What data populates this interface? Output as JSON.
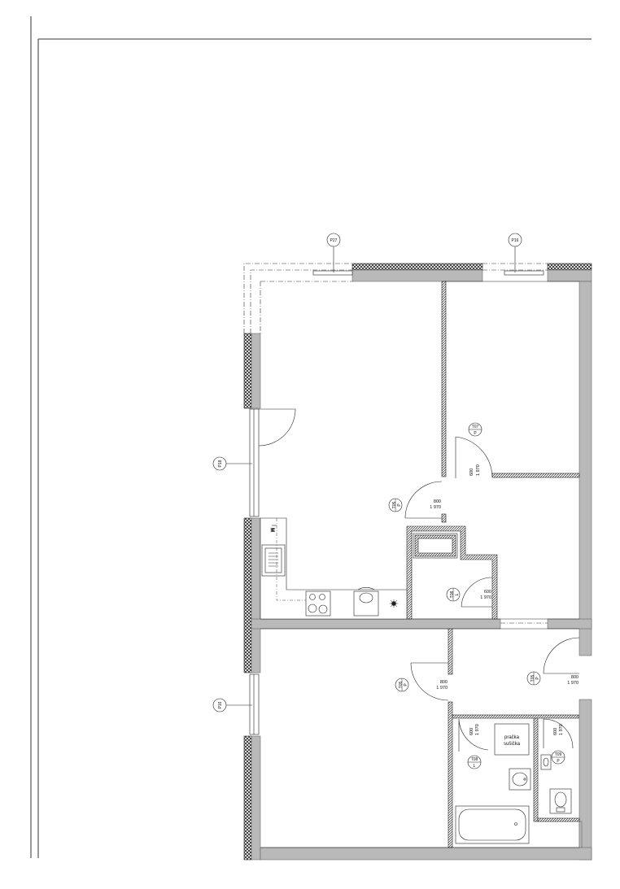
{
  "window_tags": {
    "p27": "P27",
    "p16_top": "P16",
    "p18": "P18",
    "p16_left": "P16"
  },
  "doors": {
    "t07_top": {
      "code": "T07",
      "side": "P",
      "dims": "600",
      "dims2": "1 970"
    },
    "t05_main": {
      "code": "T05",
      "side": "P",
      "dims": "800",
      "dims2": "1 970"
    },
    "t08_wc": {
      "code": "T08",
      "side": "L",
      "dims": "600",
      "dims2": "1 970"
    },
    "t05_lower": {
      "code": "T05",
      "side": "P",
      "dims": "800",
      "dims2": "1 970"
    },
    "t05_right": {
      "code": "T05",
      "side": "P",
      "dims": "800",
      "dims2": "1 970"
    },
    "t08_bath": {
      "code": "T08",
      "side": "L",
      "dims": "600",
      "dims2": "1 970"
    },
    "t09_toilet": {
      "code": "T09",
      "side": "P",
      "dims": "600",
      "dims2": "1 970"
    }
  },
  "appliance": {
    "line1": "pračka",
    "line2": "sušička"
  },
  "colors": {
    "wall": "#b9b9b9",
    "line": "#111111",
    "hatch": "#222222"
  }
}
